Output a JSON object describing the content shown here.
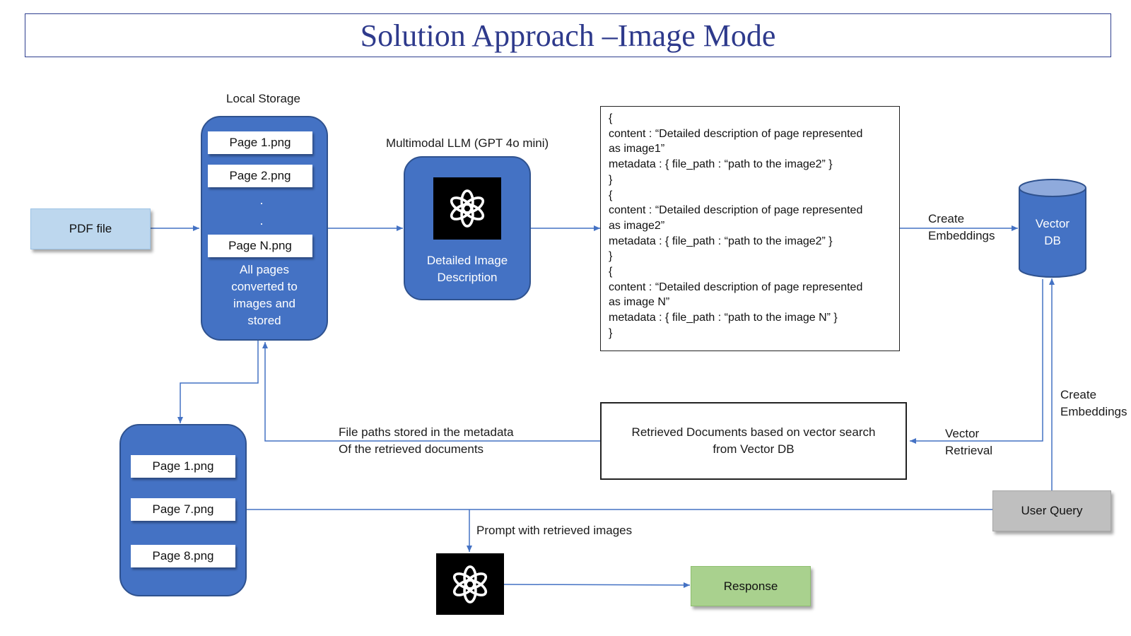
{
  "title": "Solution Approach –Image Mode",
  "local_storage": {
    "label": "Local Storage",
    "items": [
      "Page 1.png",
      "Page 2.png",
      "Page N.png"
    ],
    "dots": [
      ".",
      "."
    ],
    "caption": [
      "All pages",
      "converted to",
      "images and",
      "stored"
    ]
  },
  "pdf_file": {
    "label": "PDF file"
  },
  "llm": {
    "label": "Multimodal LLM (GPT 4o mini)",
    "caption": [
      "Detailed Image",
      "Description"
    ]
  },
  "json_doc": {
    "lines": [
      "{",
      "content : “Detailed description of page represented",
      "as image1”",
      "metadata : { file_path : “path to the image2” }",
      "}",
      "{",
      "content : “Detailed description of page represented",
      "as image2”",
      "metadata : { file_path : “path to the image2” }",
      "}",
      "{",
      "content : “Detailed description of page represented",
      "as image N”",
      "metadata : { file_path : “path to the image N” }",
      "}"
    ]
  },
  "create_embeddings_top": [
    "Create",
    "Embeddings"
  ],
  "vector_db": {
    "label": [
      "Vector",
      "DB"
    ]
  },
  "create_embeddings_right": [
    "Create",
    "Embeddings"
  ],
  "retrieved_docs": {
    "lines": [
      "Retrieved Documents based on vector search",
      "from Vector DB"
    ]
  },
  "vector_retrieval": [
    "Vector",
    "Retrieval"
  ],
  "file_paths_note": [
    "File paths stored in the metadata",
    "Of the retrieved documents"
  ],
  "retrieved_pages": {
    "items": [
      "Page 1.png",
      "Page 7.png",
      "Page 8.png"
    ]
  },
  "user_query": {
    "label": "User Query"
  },
  "prompt_label": "Prompt with retrieved images",
  "response": {
    "label": "Response"
  },
  "icons": {
    "llm_logo": "openai-logo-icon",
    "prompt_logo": "openai-logo-icon"
  },
  "colors": {
    "panel_blue": "#4472c4",
    "arrow_blue": "#4472c4",
    "pdf_fill": "#bdd7ee",
    "response_fill": "#a9d18e",
    "query_fill": "#bfbfbf",
    "title_color": "#2e3a8c"
  }
}
